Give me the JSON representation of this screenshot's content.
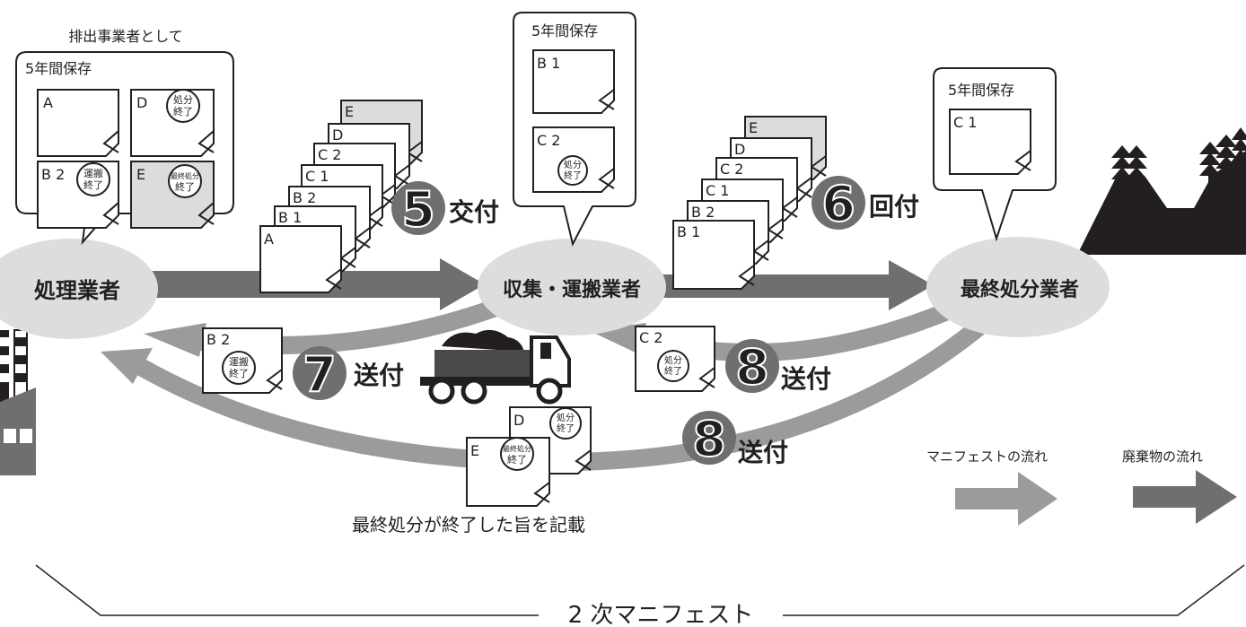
{
  "colors": {
    "manifest_flow": "#9b9b9b",
    "waste_flow": "#6f6f6f",
    "ellipse": "#dddddd",
    "dark": "#231f20"
  },
  "actors": {
    "processor": "処理業者",
    "collector": "収集・運搬業者",
    "final": "最終処分業者"
  },
  "bubbles": {
    "processor_heading": "排出事業者として",
    "processor_keep": "5年間保存",
    "collector_keep": "5年間保存",
    "final_keep": "5年間保存"
  },
  "docs": {
    "a": "A",
    "b1": "B 1",
    "b2": "B 2",
    "c1": "C 1",
    "c2": "C 2",
    "d": "D",
    "e": "E"
  },
  "stamps": {
    "transport_done_1": "運搬",
    "transport_done_2": "終了",
    "disposal_done_1": "処分",
    "disposal_done_2": "終了",
    "final_done_1": "最終処分",
    "final_done_2": "終了"
  },
  "steps": [
    {
      "num": "5",
      "label": "交付"
    },
    {
      "num": "6",
      "label": "回付"
    },
    {
      "num": "7",
      "label": "送付"
    },
    {
      "num": "8",
      "label": "送付"
    },
    {
      "num": "8",
      "label": "送付"
    }
  ],
  "legend": {
    "manifest_flow": "マニフェストの流れ",
    "waste_flow": "廃棄物の流れ"
  },
  "note": "最終処分が終了した旨を記載",
  "footer": "2 次マニフェスト",
  "icons": [
    "factory-icon",
    "truck-icon",
    "mountain-landfill-icon",
    "tree-icon"
  ]
}
